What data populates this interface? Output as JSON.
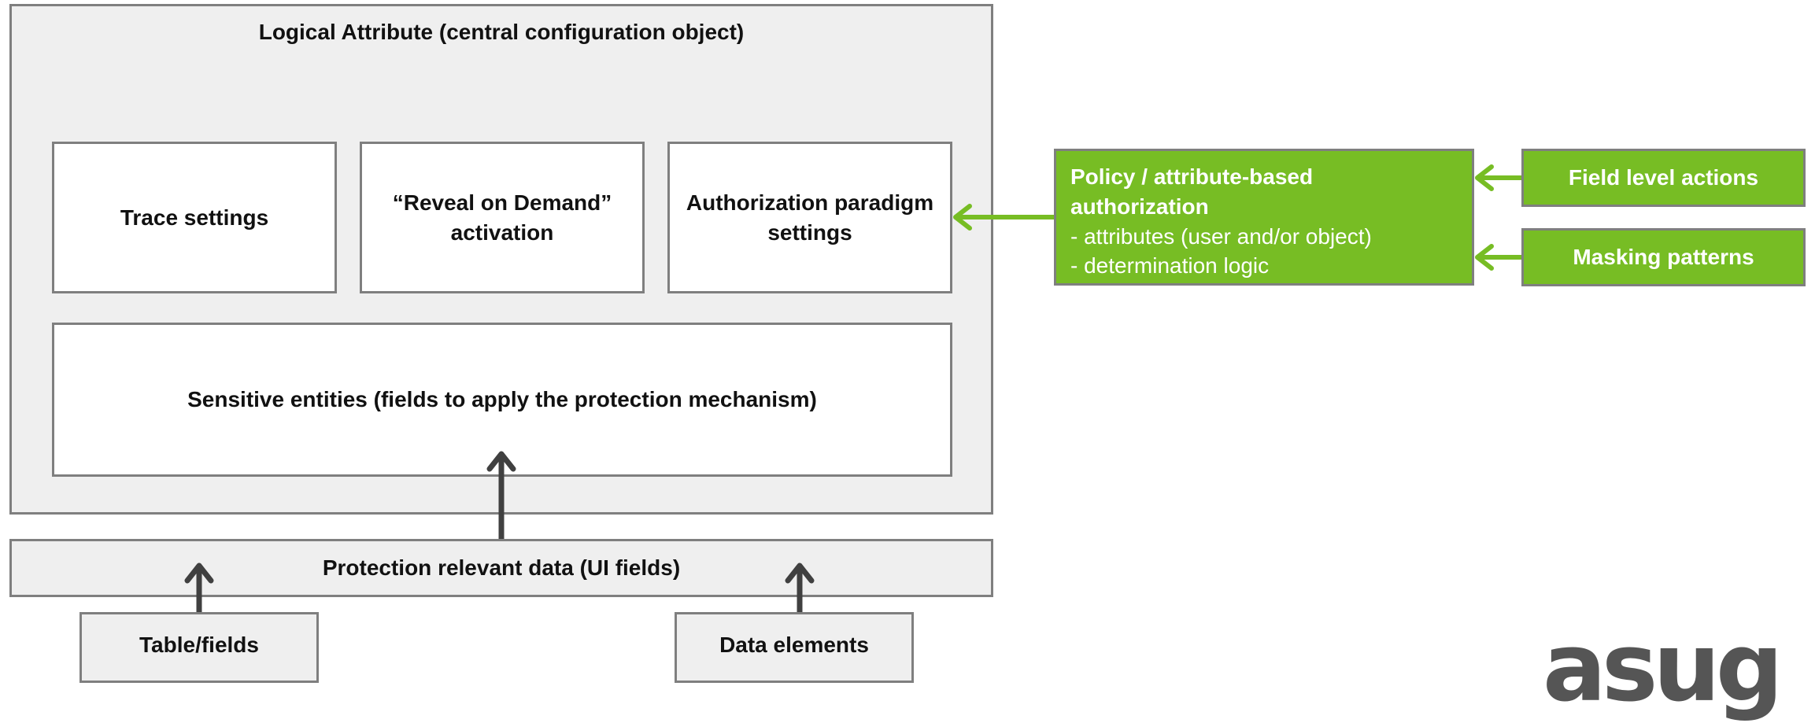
{
  "logical_attribute": {
    "title": "Logical Attribute (central configuration object)"
  },
  "components": {
    "trace_settings": "Trace settings",
    "reveal_on_demand_line1": "“Reveal on Demand”",
    "reveal_on_demand_line2": "activation",
    "authorization_paradigm_line1": "Authorization paradigm",
    "authorization_paradigm_line2": "settings",
    "sensitive_entities": "Sensitive entities (fields to apply the protection mechanism)"
  },
  "protection_data": {
    "label": "Protection relevant data (UI fields)"
  },
  "sources": {
    "table_fields": "Table/fields",
    "data_elements": "Data elements"
  },
  "policy": {
    "title_line1": "Policy / attribute-based",
    "title_line2": "authorization",
    "bullet1": "- attributes (user and/or object)",
    "bullet2": "- determination logic"
  },
  "inputs": {
    "field_level_actions": "Field level actions",
    "masking_patterns": "Masking patterns"
  },
  "logo": {
    "text": "asug"
  },
  "colors": {
    "green": "#77bd24",
    "box_border": "#7f7f7f",
    "container_fill": "#efefef",
    "arrow_dark": "#404040"
  }
}
